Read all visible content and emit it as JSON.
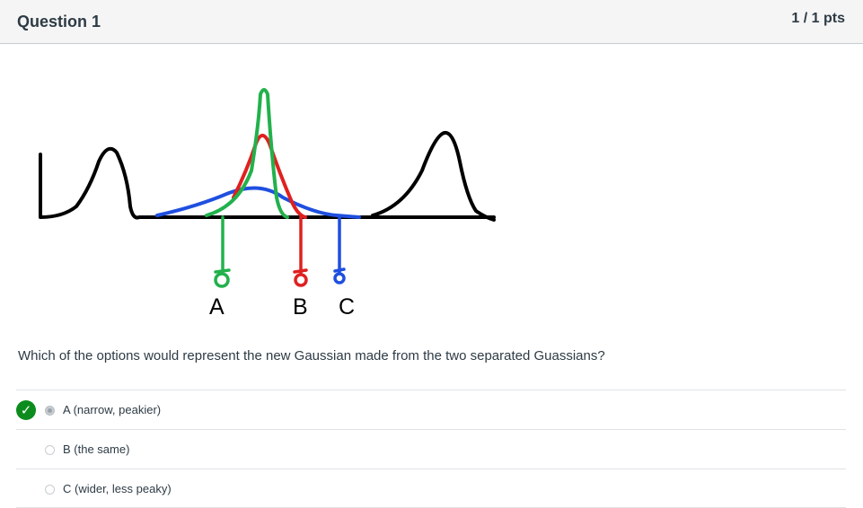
{
  "question": {
    "title": "Question 1",
    "points": "1 / 1 pts",
    "text": "Which of the options would represent the new Gaussian made from the two separated Guassians?"
  },
  "figure": {
    "labels": [
      "A",
      "B",
      "C"
    ],
    "colors": {
      "black": "#000000",
      "green": "#22b14c",
      "red": "#e02020",
      "blue": "#1f4fe0"
    }
  },
  "answers": [
    {
      "label": "A (narrow, peakier)",
      "selected": true,
      "correct": true
    },
    {
      "label": "B (the same)",
      "selected": false,
      "correct": false
    },
    {
      "label": "C (wider, less peaky)",
      "selected": false,
      "correct": false
    }
  ],
  "correct_icon": "checkmark-icon"
}
